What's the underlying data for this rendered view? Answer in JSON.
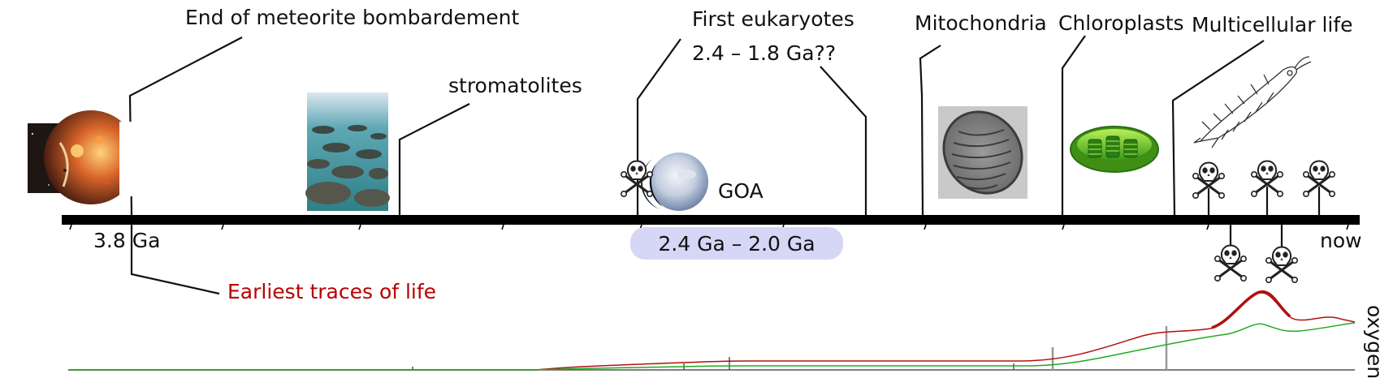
{
  "labels": {
    "bombardment": "End of meteorite bombardement",
    "stromatolites": "stromatolites",
    "eukaryotes_title": "First eukaryotes",
    "eukaryotes_range": "2.4 – 1.8 Ga??",
    "mitochondria": "Mitochondria",
    "chloroplasts": "Chloroplasts",
    "multicellular": "Multicellular life",
    "goa": "GOA",
    "earliest_life": "Earliest traces of life",
    "oxygen_axis": "oxygen"
  },
  "axis": {
    "start_label": "3.8 Ga",
    "goe_window": "2.4 Ga – 2.0 Ga",
    "end_label": "now"
  },
  "colors": {
    "timeline": "#000000",
    "highlight": "#d6d6f7",
    "earliest_life": "#b80000",
    "oxygen_upper": "#b01010",
    "oxygen_lower": "#22aa22"
  },
  "icons": [
    "planet-collision-image",
    "stromatolites-photo",
    "snowball-earth-icon",
    "mitochondrion-image",
    "chloroplast-icon",
    "multicellular-organism-icon",
    "skull-crossbones-icon"
  ]
}
